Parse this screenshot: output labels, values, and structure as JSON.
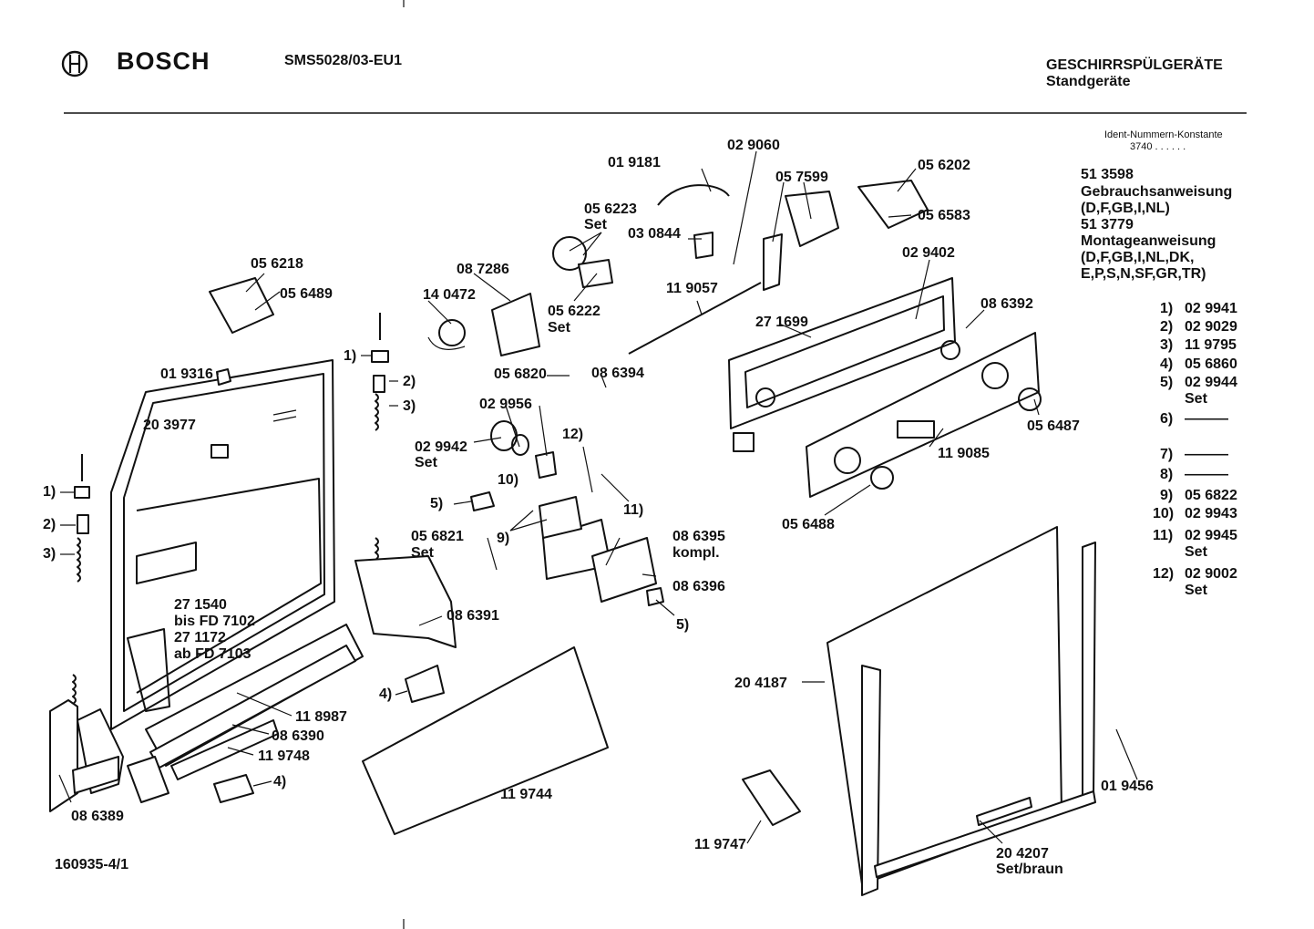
{
  "header": {
    "brand": "BOSCH",
    "model": "SMS5028/03-EU1",
    "category": "GESCHIRRSPÜLGERÄTE",
    "subcategory": "Standgeräte"
  },
  "ident": {
    "title": "Ident-Nummern-Konstante",
    "value": "3740  . .  . . . ."
  },
  "docs": [
    {
      "number": "51 3598",
      "lines": [
        "Gebrauchsanweisung",
        "(D,F,GB,I,NL)"
      ]
    },
    {
      "number": "51 3779",
      "lines": [
        "Montageanweisung",
        "(D,F,GB,I,NL,DK,",
        "E,P,S,N,SF,GR,TR)"
      ]
    }
  ],
  "notes": [
    {
      "key": "1)",
      "value": "02 9941",
      "extra": ""
    },
    {
      "key": "2)",
      "value": "02 9029",
      "extra": ""
    },
    {
      "key": "3)",
      "value": "11 9795",
      "extra": ""
    },
    {
      "key": "4)",
      "value": "05 6860",
      "extra": ""
    },
    {
      "key": "5)",
      "value": "02 9944",
      "extra": "Set"
    },
    {
      "key": "6)",
      "value": "———",
      "extra": ""
    },
    {
      "key": "7)",
      "value": "———",
      "extra": ""
    },
    {
      "key": "8)",
      "value": "———",
      "extra": ""
    },
    {
      "key": "9)",
      "value": "05 6822",
      "extra": ""
    },
    {
      "key": "10)",
      "value": "02 9943",
      "extra": ""
    },
    {
      "key": "11)",
      "value": "02 9945",
      "extra": "Set"
    },
    {
      "key": "12)",
      "value": "02 9002",
      "extra": "Set"
    }
  ],
  "parts": {
    "p019181": "01 9181",
    "p029060": "02 9060",
    "p057599": "05 7599",
    "p056202": "05 6202",
    "p056583": "05 6583",
    "p056223": "05 6223",
    "p056223set": "Set",
    "p030844": "03 0844",
    "p087286": "08 7286",
    "p140472": "14 0472",
    "p056222": "05 6222",
    "p056222set": "Set",
    "p119057": "11 9057",
    "p029402": "02 9402",
    "p086392": "08 6392",
    "p271699": "27 1699",
    "p056218": "05 6218",
    "p056489": "05 6489",
    "p019316": "01 9316",
    "p203977": "20 3977",
    "p056820": "05 6820",
    "p086394": "08 6394",
    "p029956": "02 9956",
    "p029942": "02 9942",
    "p029942set": "Set",
    "p056487": "05 6487",
    "p119085": "11 9085",
    "p056488": "05 6488",
    "p056821": "05 6821",
    "p056821set": "Set",
    "p086395": "08 6395",
    "p086395k": "kompl.",
    "p086396": "08 6396",
    "p086391": "08 6391",
    "p271540": "27 1540",
    "bisfd": "bis FD 7102",
    "p271172": "27 1172",
    "abfd": "ab FD 7103",
    "p118987": "11 8987",
    "p086390": "08 6390",
    "p119748": "11 9748",
    "p086389": "08 6389",
    "p119744": "11 9744",
    "p204187": "20 4187",
    "p119747": "11 9747",
    "p204207": "20 4207",
    "p204207b": "Set/braun",
    "p019456": "01 9456"
  },
  "callouts": {
    "c1a": "1)",
    "c2a": "2)",
    "c3a": "3)",
    "c1b": "1)",
    "c2b": "2)",
    "c3b": "3)",
    "c4a": "4)",
    "c4b": "4)",
    "c5a": "5)",
    "c5b": "5)",
    "c9": "9)",
    "c10": "10)",
    "c11": "11)",
    "c12": "12)"
  },
  "footer": {
    "drawing_number": "160935-4/1"
  }
}
